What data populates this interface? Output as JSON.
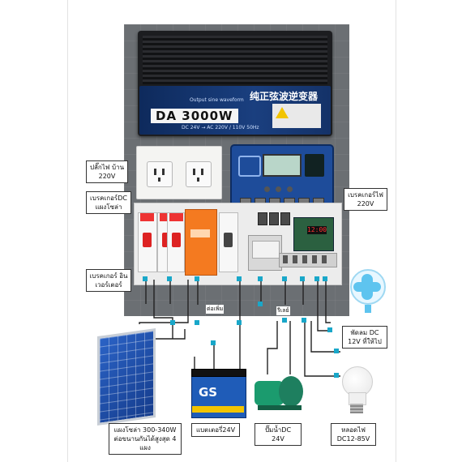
{
  "labels": {
    "outlet": "ปลั๊กไฟ บ้าน 220V",
    "dc_breaker": "เบรคเกอร์DC แผงโซล่า",
    "inverter_breaker": "เบรคเกอร์ อินเวอร์เตอร์",
    "ac_breaker": "เบรคเกอร์ไฟ 220V",
    "fan": "พัดลม DC 12V ที่ให้ไป",
    "bulb": "หลอดไฟ DC12-85V",
    "pump": "ปั๊มน้ำDC 24V",
    "battery": "แบตเตอรี่24V",
    "solar": "แผงโซล่า 300-340W ต่อขนานกันได้สูงสุด 4 แผง",
    "tag_extra": "ต่อเพิ่ม",
    "tag_relay": "รีเลย์"
  },
  "inverter": {
    "model": "DA 3000W",
    "title_cjk": "纯正弦波逆变器",
    "subtitle": "Output sine waveform",
    "spec": "DC 24V → AC 220V / 110V 50Hz"
  },
  "battery_brand": "GS",
  "timer_display": "12:00",
  "colors": {
    "wire": "#222222",
    "node": "#19a7c9",
    "breaker_red": "#d22222",
    "spd_orange": "#f47a20",
    "controller_blue": "#1e4c9a"
  }
}
